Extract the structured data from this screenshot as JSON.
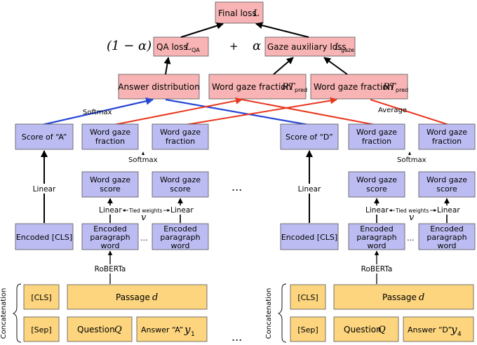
{
  "final_loss": {
    "label": "Final loss",
    "sym": "L"
  },
  "weight_qa": "(1 − α)",
  "plus": "+",
  "weight_gaze": "α",
  "qa_loss": {
    "label": "QA loss",
    "sym": "L",
    "sub": "QA"
  },
  "gaze_loss": {
    "label": "Gaze auxiliary loss",
    "sym": "L",
    "sub": "gaze"
  },
  "answer_distribution": "Answer distribution",
  "word_gaze_fraction_pred": {
    "label": "Word gaze fraction",
    "sym": "RT",
    "sub": "pred"
  },
  "softmax": "Softmax",
  "average": "Average",
  "score_a": "Score of “A”",
  "score_d": "Score of “D”",
  "word_gaze": [
    "Word gaze",
    "fraction"
  ],
  "word_gaze_score": [
    "Word gaze",
    "score"
  ],
  "linear": "Linear",
  "tied_weights": "Tied weights",
  "v": "v",
  "encoded_cls": "Encoded [CLS]",
  "encoded_word": [
    "Encoded",
    "paragraph",
    "word"
  ],
  "ellipsis_small": "...",
  "ellipsis_big": "...",
  "roberta": "RoBERTa",
  "concatenation": "Concatenation",
  "cls_token": "[CLS]",
  "sep_token": "[Sep]",
  "passage": {
    "label": "Passage",
    "sym": "d"
  },
  "question": {
    "label": "Question",
    "sym": "Q"
  },
  "answer_a": {
    "label": "Answer “A”",
    "sym": "y",
    "sub": "1"
  },
  "answer_d": {
    "label": "Answer “D”",
    "sym": "y",
    "sub": "4"
  },
  "colors": {
    "red": "#e8371f",
    "blue": "#2846d6",
    "black": "#000000"
  }
}
